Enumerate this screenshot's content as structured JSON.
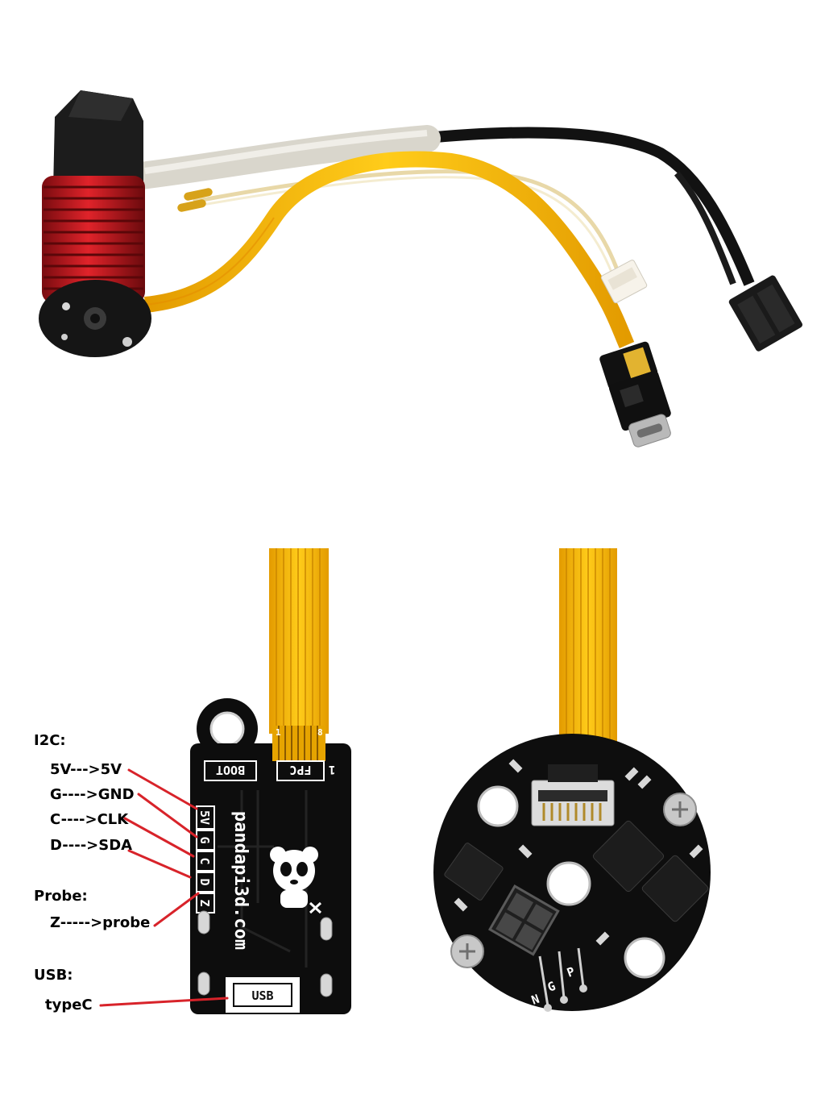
{
  "labels": {
    "i2c_heading": "I2C:",
    "i2c_5v": "5V--->5V",
    "i2c_g": "G---->GND",
    "i2c_c": "C---->CLK",
    "i2c_d": "D---->SDA",
    "probe_heading": "Probe:",
    "probe_z": "Z----->probe",
    "usb_heading": "USB:",
    "usb_typec": "typeC"
  },
  "silkscreen": {
    "boot": "BOOT",
    "fpc": "FPC",
    "fpc_pin": "1",
    "pin_5v": "5V",
    "pin_g": "G",
    "pin_c": "C",
    "pin_d": "D",
    "pin_z": "Z",
    "brand": "pandapi3d.com",
    "usb": "USB",
    "fpc_pin_1": "1",
    "fpc_pin_8": "8",
    "probe_pins": [
      "N",
      "G",
      "P"
    ]
  },
  "colors": {
    "leader_line": "#d8232a",
    "pcb": "#0d0d0d",
    "flex_cable": "#f2b705",
    "heatsink": "#c4161c"
  }
}
